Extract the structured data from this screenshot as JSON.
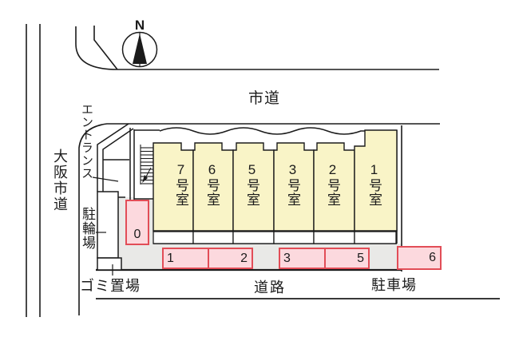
{
  "plan": {
    "compass_label": "N",
    "top_road_label": "市道",
    "left_road_label": "大阪市道",
    "bottom_road_label": "道路",
    "entrance_label": "エントランス",
    "bicycle_parking_label": "駐輪場",
    "garbage_area_label": "ゴミ置場",
    "parking_lot_label": "駐車場",
    "building": {
      "rooms": [
        {
          "label": "7号室"
        },
        {
          "label": "6号室"
        },
        {
          "label": "5号室"
        },
        {
          "label": "3号室"
        },
        {
          "label": "2号室"
        },
        {
          "label": "1号室"
        }
      ]
    },
    "parking_spaces": [
      {
        "label": "0"
      },
      {
        "label": "1"
      },
      {
        "label": "2"
      },
      {
        "label": "3"
      },
      {
        "label": "5"
      },
      {
        "label": "6"
      }
    ],
    "colors": {
      "room_fill": "#f9f4c7",
      "parking_fill": "#fcd9de",
      "parking_border": "#e24d57",
      "ground": "#e9e9e7",
      "line": "#1b1b1b"
    }
  }
}
